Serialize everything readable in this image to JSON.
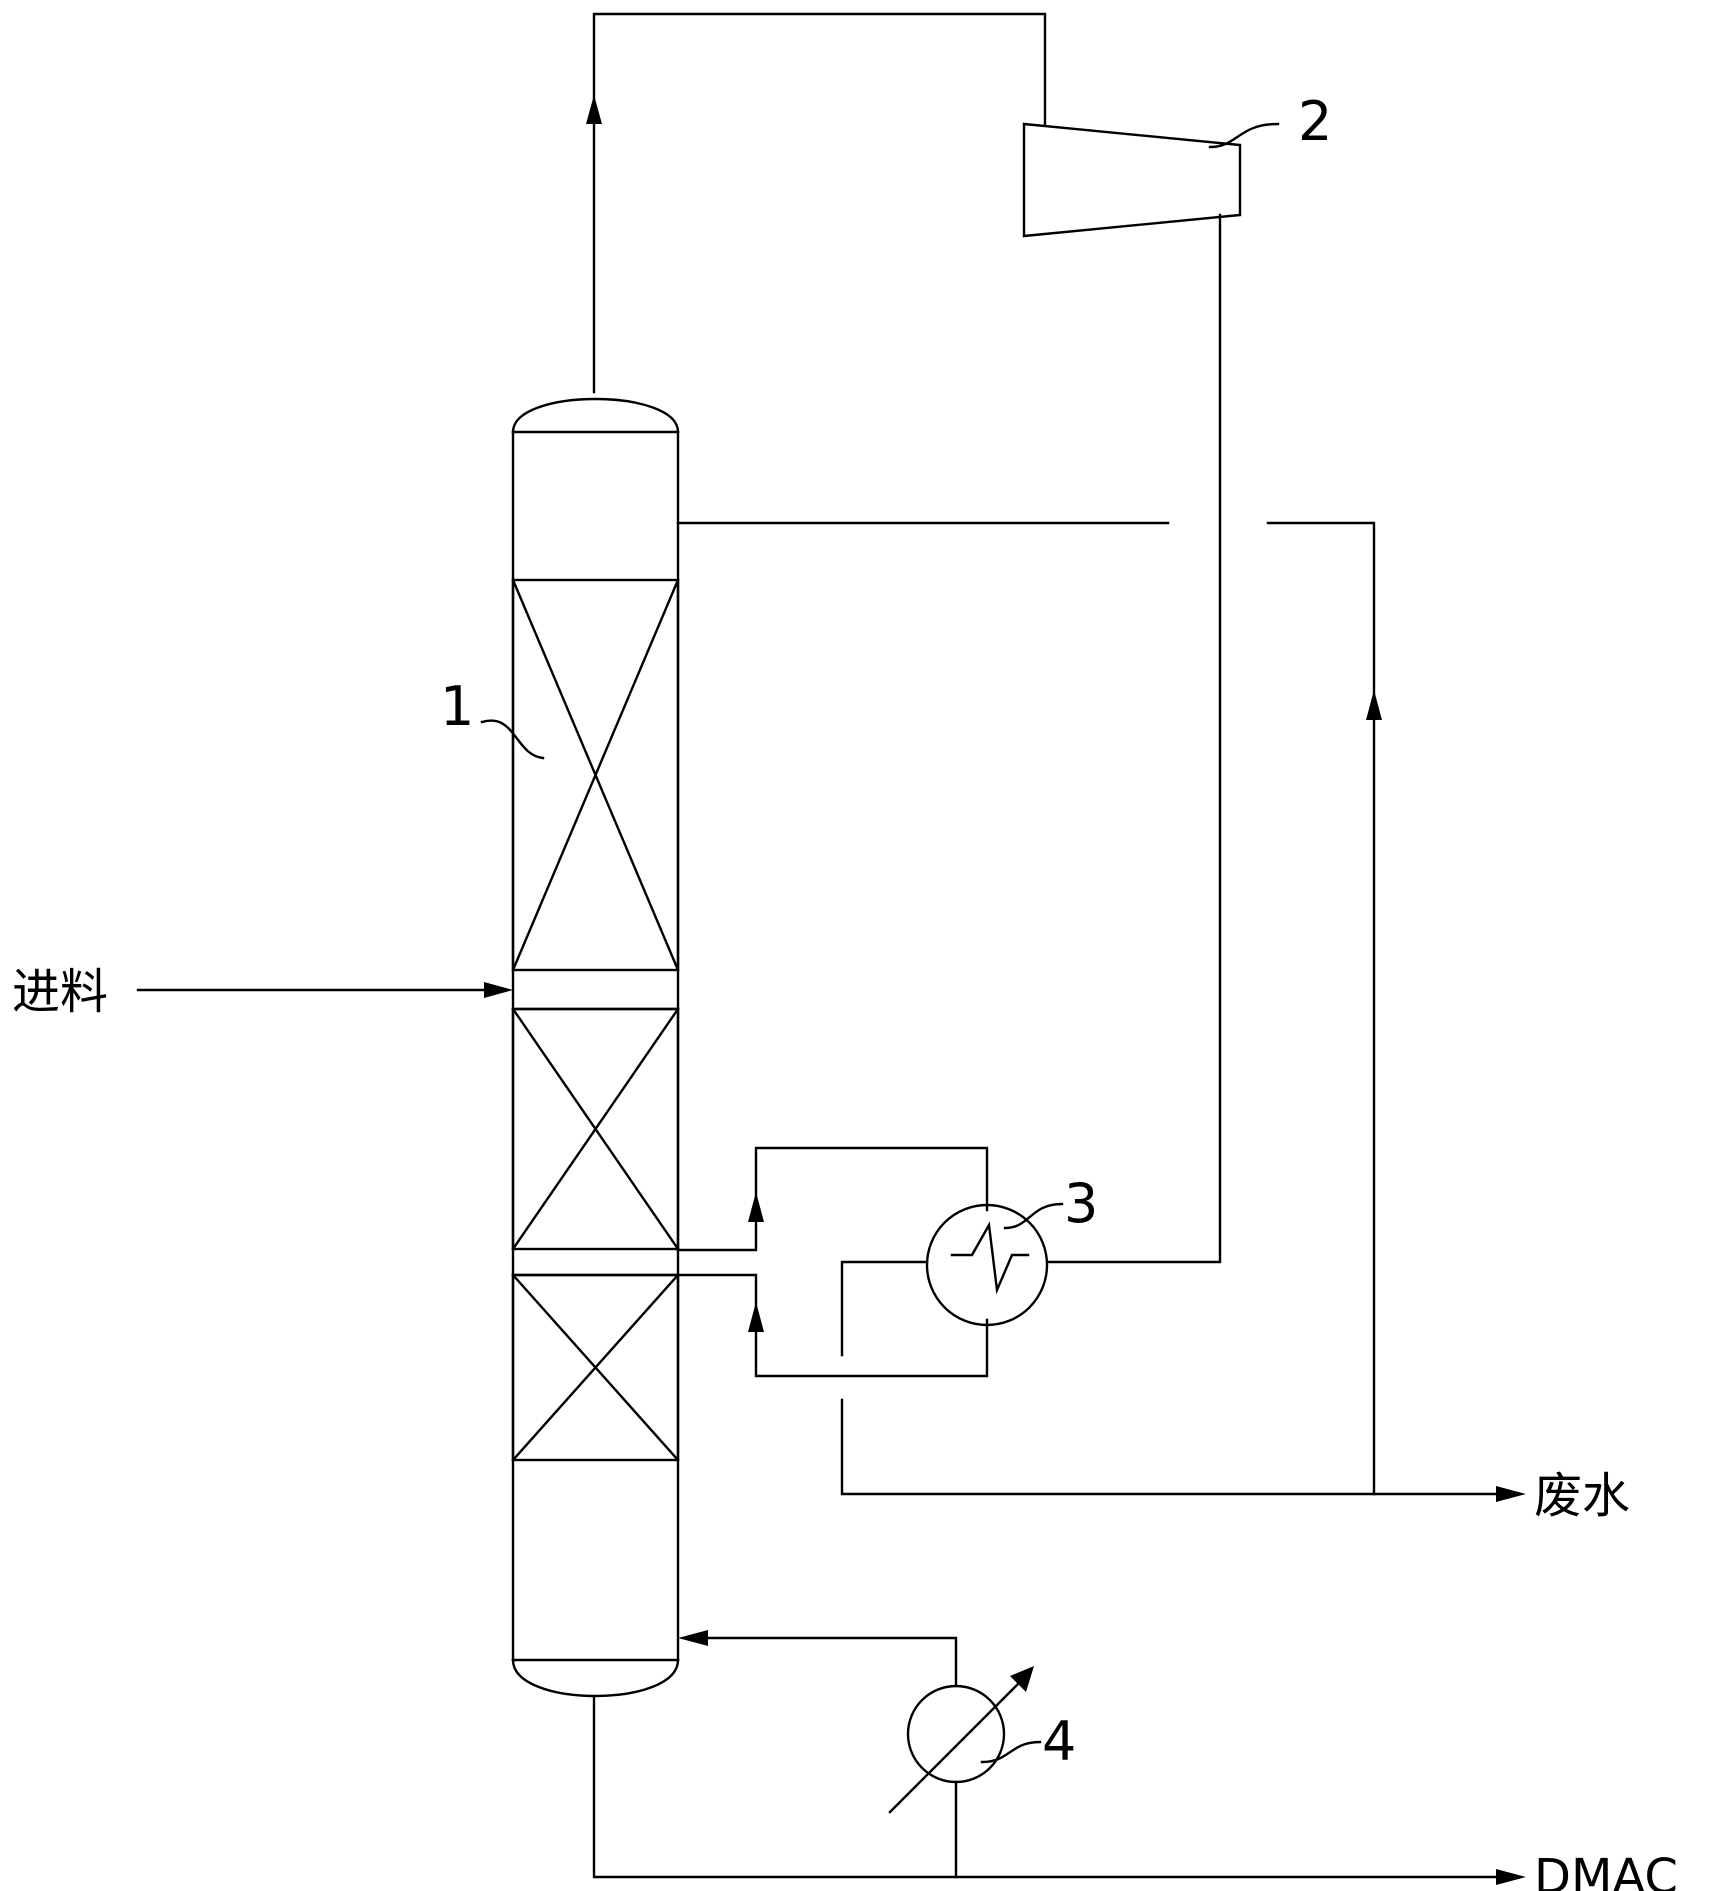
{
  "equipment": {
    "column": {
      "tag": "1"
    },
    "compressor": {
      "tag": "2"
    },
    "side_heat_exchanger": {
      "tag": "3"
    },
    "reboiler": {
      "tag": "4"
    }
  },
  "streams": {
    "feed": "进料",
    "waste_water": "废水",
    "product": "DMAC"
  }
}
